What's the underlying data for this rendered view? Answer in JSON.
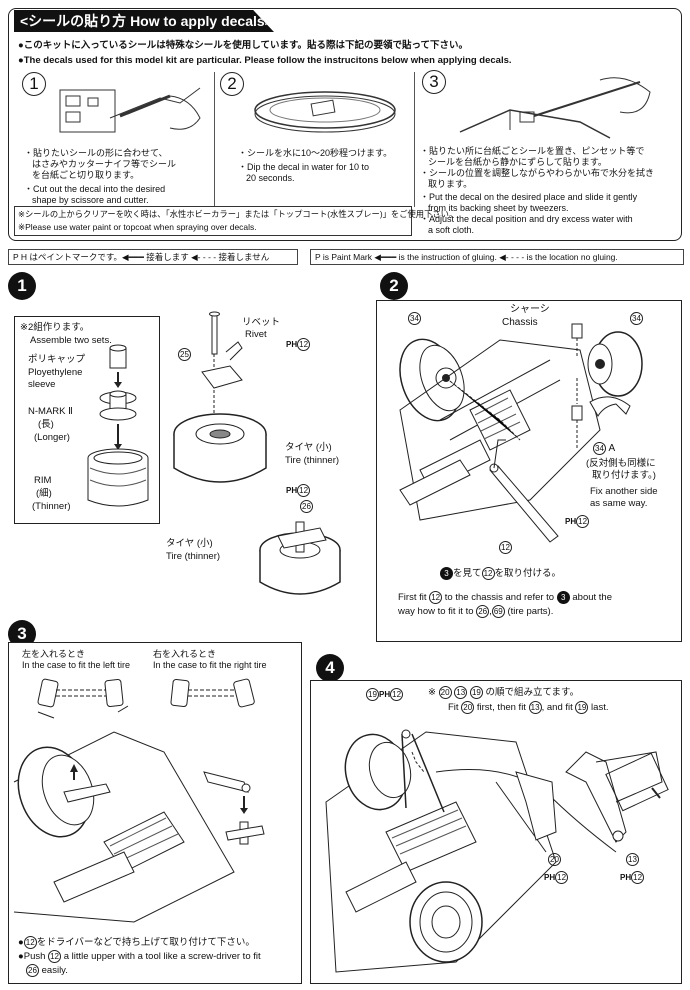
{
  "decals": {
    "title": "<シールの貼り方 How to apply decals>",
    "intro_jp": "●このキットに入っているシールは特殊なシールを使用しています。貼る際は下記の要領で貼って下さい。",
    "intro_en": "●The decals used for this model kit are particular. Please follow the instrucitons below when applying decals.",
    "steps": [
      {
        "num": "1",
        "jp1": "・貼りたいシールの形に合わせて、",
        "jp2": "はさみやカッターナイフ等でシール",
        "jp3": "を台紙ごと切り取ります。",
        "en1": "・Cut out the decal into the desired",
        "en2": "shape by scissore and cutter."
      },
      {
        "num": "2",
        "jp1": "・シールを水に10〜20秒程つけます。",
        "en1": "・Dip the decal in water for 10 to",
        "en2": "20 seconds."
      },
      {
        "num": "3",
        "jp1": "・貼りたい所に台紙ごとシールを置き、ピンセット等で",
        "jp2": "シールを台紙から静かにずらして貼ります。",
        "jp3": "・シールの位置を調整しながらやわらかい布で水分を拭き",
        "jp4": "取ります。",
        "en1": "・Put the decal on the desired place and slide it gently",
        "en2": "from its backing sheet by tweezers.",
        "en3": "・Adjust the decal position and dry excess water with",
        "en4": "a soft cloth."
      }
    ],
    "note_jp": "※シールの上からクリアーを吹く時は、「水性ホビーカラー」または「トップコート(水性スプレー)」をご使用下さい。",
    "note_en": "※Please use water paint or topcoat when spraying over decals."
  },
  "legend": {
    "jp": "P H はペイントマークです。◀━━━ 接着します ◀- - - - 接着しません",
    "en": "P is Paint Mark ◀━━━ is the instruction of gluing. ◀- - - - is the location no gluing."
  },
  "step1": {
    "num": "1",
    "inset_note": "※2組作ります。",
    "inset_note_en": "Assemble two sets.",
    "poly_jp": "ポリキャップ",
    "poly_en1": "Ployethylene",
    "poly_en2": "sleeve",
    "nmark": "N-MARK Ⅱ",
    "nmark_jp": "(長)",
    "nmark_en": "(Longer)",
    "rim": "RIM",
    "rim_jp": "(細)",
    "rim_en": "(Thinner)",
    "rivet_jp": "リベット",
    "rivet_en": "Rivet",
    "part25": "25",
    "part26": "26",
    "ph": "PH",
    "ph_num": "12",
    "tire_jp": "タイヤ (小)",
    "tire_en": "Tire (thinner)",
    "tire2_jp": "タイヤ (小)",
    "tire2_en": "Tire (thinner)"
  },
  "step2": {
    "num": "2",
    "chassis_jp": "シャーシ",
    "chassis_en": "Chassis",
    "part34a": "34",
    "part34b": "34",
    "part34c": "34",
    "a_label": "A",
    "side_jp1": "(反対側も同様に",
    "side_jp2": "取り付けます。)",
    "side_en1": "Fix another side",
    "side_en2": "as same way.",
    "ph": "PH",
    "ph_num": "12",
    "part12": "12",
    "instr_jp_pre": "を見て",
    "instr_jp_post": "を取り付ける。",
    "ref3": "3",
    "ref12": "12",
    "instr_en1_pre": "First fit",
    "instr_en1_mid": "to the chassis and refer to",
    "instr_en1_post": "about the",
    "instr_en2_pre": "way how to fit it to",
    "instr_en2_post": "(tire parts).",
    "ref26": "26",
    "ref69": "69"
  },
  "step3": {
    "num": "3",
    "left_jp": "左を入れるとき",
    "left_en": "In the case to fit the left tire",
    "right_jp": "右を入れるとき",
    "right_en": "In the case to fit the right tire",
    "part12": "12",
    "part26": "26",
    "jp_text": "をドライバーなどで持ち上げて取り付けて下さい。",
    "en_pre": "●Push",
    "en_post": "a little upper with a tool like a screw-driver to fit",
    "en_line2": "easily."
  },
  "step4": {
    "num": "4",
    "order_jp_pre": "※",
    "order_jp_post": "の順で組み立てます。",
    "p20": "20",
    "p13": "13",
    "p19": "19",
    "order_en_1": "Fit",
    "order_en_2": "first, then fit",
    "order_en_3": ", and fit",
    "order_en_4": "last.",
    "ph": "PH",
    "ph_num": "12"
  }
}
